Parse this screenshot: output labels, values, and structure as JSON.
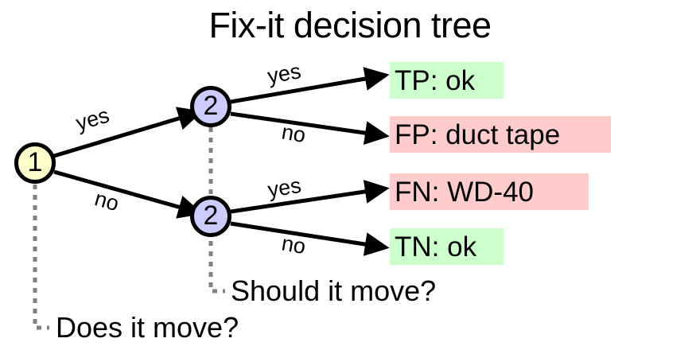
{
  "title": "Fix-it decision tree",
  "colors": {
    "node_root_fill": "#ffffcc",
    "node_level2_fill": "#ccccff",
    "node_stroke": "#000000",
    "outcome_good_bg": "#ccffcc",
    "outcome_bad_bg": "#ffcccc",
    "edge_stroke": "#000000",
    "leader_stroke": "#808080",
    "background": "#ffffff"
  },
  "nodes": [
    {
      "id": "root",
      "label": "1",
      "question": "Does it move?"
    },
    {
      "id": "top2",
      "label": "2",
      "question": "Should it move?"
    },
    {
      "id": "bottom2",
      "label": "2",
      "question": "Should it move?"
    }
  ],
  "edges": [
    {
      "id": "root-yes",
      "label": "yes",
      "from": "root",
      "to": "top2"
    },
    {
      "id": "root-no",
      "label": "no",
      "from": "root",
      "to": "bottom2"
    },
    {
      "id": "top2-yes",
      "label": "yes",
      "from": "top2",
      "to": "tp"
    },
    {
      "id": "top2-no",
      "label": "no",
      "from": "top2",
      "to": "fp"
    },
    {
      "id": "bottom2-yes",
      "label": "yes",
      "from": "bottom2",
      "to": "fn"
    },
    {
      "id": "bottom2-no",
      "label": "no",
      "from": "bottom2",
      "to": "tn"
    }
  ],
  "outcomes": [
    {
      "id": "tp",
      "text": "TP: ok",
      "kind": "good"
    },
    {
      "id": "fp",
      "text": "FP: duct tape",
      "kind": "bad"
    },
    {
      "id": "fn",
      "text": "FN: WD-40",
      "kind": "bad"
    },
    {
      "id": "tn",
      "text": "TN: ok",
      "kind": "good"
    }
  ],
  "annotations": [
    {
      "id": "root-question",
      "text": "Does it move?"
    },
    {
      "id": "level2-question",
      "text": "Should it move?"
    }
  ]
}
